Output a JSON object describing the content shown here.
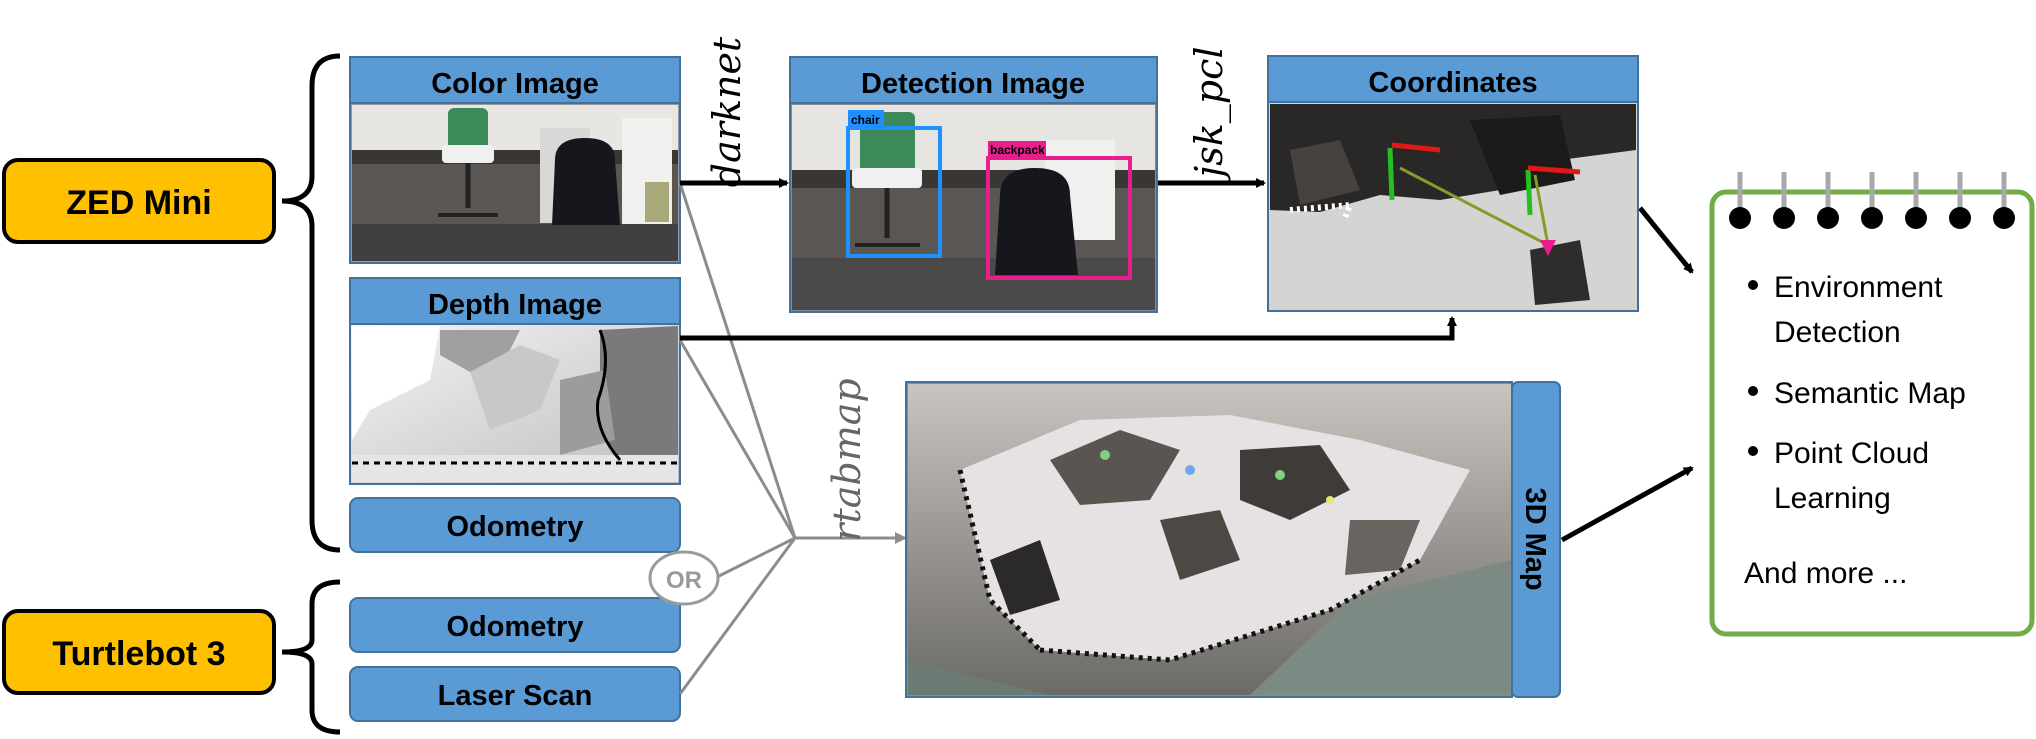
{
  "sources": {
    "zed": "ZED Mini",
    "turtlebot": "Turtlebot 3"
  },
  "zed_outputs": {
    "color": "Color Image",
    "depth": "Depth Image",
    "odometry": "Odometry"
  },
  "turtlebot_outputs": {
    "odometry": "Odometry",
    "laser": "Laser Scan"
  },
  "or_label": "OR",
  "edges": {
    "darknet": "darknet",
    "jsk_pcl": "jsk_pcl",
    "rtabmap": "rtabmap"
  },
  "detection": {
    "title": "Detection Image",
    "labels": [
      "chair",
      "backpack"
    ]
  },
  "coordinates": {
    "title": "Coordinates"
  },
  "map": {
    "title": "3D Map"
  },
  "notebook": {
    "items": [
      {
        "line1": "Environment",
        "line2": "Detection"
      },
      {
        "line1": "Semantic Map",
        "line2": ""
      },
      {
        "line1": "Point Cloud",
        "line2": "Learning"
      }
    ],
    "more": "And more ..."
  },
  "colors": {
    "source_fill": "#FFC000",
    "header_fill": "#5B9BD5",
    "header_stroke": "#41719C",
    "notebook_border": "#70AD47",
    "chair_box": "#1E90FF",
    "backpack_box": "#E91E8C"
  }
}
